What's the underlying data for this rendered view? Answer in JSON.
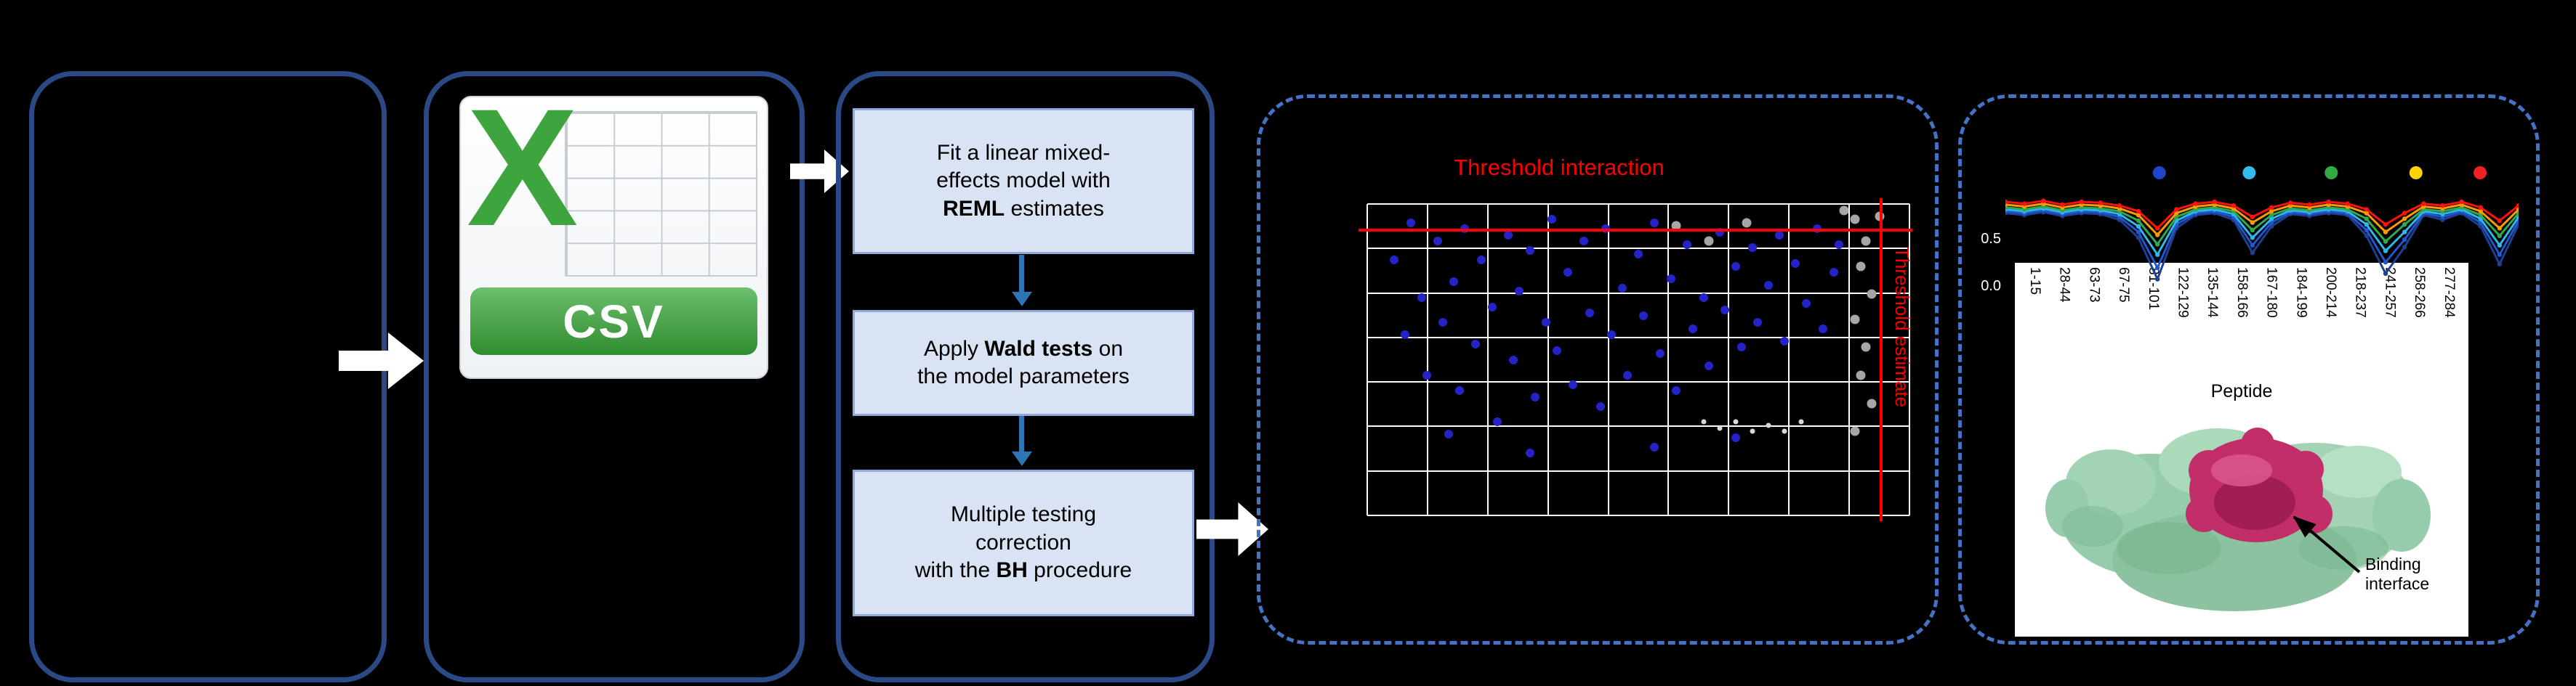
{
  "colors": {
    "background": "#000000",
    "box_border": "#2B4A85",
    "dashed_border": "#4472C4",
    "step_fill": "#DAE3F3",
    "step_border": "#8FAADC",
    "step_arrow": "#2E75B6",
    "flow_arrow": "#FFFFFF",
    "threshold": "#FF0000",
    "grid": "#FFFFFF",
    "scatter_blue": "#2323C8",
    "scatter_gray": "#A6A6A6",
    "scatter_faint": "#D8D8D8"
  },
  "csv_icon": {
    "x_letter": "X",
    "banner_label": "CSV"
  },
  "steps": [
    {
      "lines": [
        [
          {
            "t": "Fit a linear mixed-"
          }
        ],
        [
          {
            "t": "effects model with"
          }
        ],
        [
          {
            "t": "REML",
            "b": true
          },
          {
            "t": " estimates"
          }
        ]
      ]
    },
    {
      "lines": [
        [
          {
            "t": "Apply "
          },
          {
            "t": "Wald tests",
            "b": true
          },
          {
            "t": " on"
          }
        ],
        [
          {
            "t": "the model parameters"
          }
        ]
      ]
    },
    {
      "lines": [
        [
          {
            "t": "Multiple testing"
          }
        ],
        [
          {
            "t": "correction"
          }
        ],
        [
          {
            "t": "with the "
          },
          {
            "t": "BH",
            "b": true
          },
          {
            "t": " procedure"
          }
        ]
      ]
    }
  ],
  "scatter": {
    "type": "scatter",
    "title": "Threshold interaction",
    "side_label": "Threshold estimate",
    "grid_cols": 9,
    "grid_rows": 7,
    "h_threshold_frac": 0.08,
    "v_threshold_frac": 0.945,
    "blue_points": [
      [
        0.05,
        0.18
      ],
      [
        0.07,
        0.42
      ],
      [
        0.08,
        0.06
      ],
      [
        0.1,
        0.3
      ],
      [
        0.11,
        0.55
      ],
      [
        0.13,
        0.12
      ],
      [
        0.14,
        0.38
      ],
      [
        0.16,
        0.25
      ],
      [
        0.17,
        0.6
      ],
      [
        0.18,
        0.08
      ],
      [
        0.2,
        0.45
      ],
      [
        0.21,
        0.18
      ],
      [
        0.23,
        0.33
      ],
      [
        0.24,
        0.7
      ],
      [
        0.26,
        0.1
      ],
      [
        0.27,
        0.5
      ],
      [
        0.28,
        0.28
      ],
      [
        0.3,
        0.15
      ],
      [
        0.31,
        0.62
      ],
      [
        0.33,
        0.38
      ],
      [
        0.34,
        0.05
      ],
      [
        0.35,
        0.47
      ],
      [
        0.37,
        0.22
      ],
      [
        0.38,
        0.58
      ],
      [
        0.4,
        0.12
      ],
      [
        0.41,
        0.35
      ],
      [
        0.43,
        0.65
      ],
      [
        0.44,
        0.08
      ],
      [
        0.45,
        0.42
      ],
      [
        0.47,
        0.27
      ],
      [
        0.48,
        0.55
      ],
      [
        0.5,
        0.16
      ],
      [
        0.51,
        0.36
      ],
      [
        0.53,
        0.06
      ],
      [
        0.54,
        0.48
      ],
      [
        0.56,
        0.24
      ],
      [
        0.57,
        0.6
      ],
      [
        0.59,
        0.13
      ],
      [
        0.6,
        0.4
      ],
      [
        0.62,
        0.3
      ],
      [
        0.63,
        0.52
      ],
      [
        0.65,
        0.09
      ],
      [
        0.66,
        0.34
      ],
      [
        0.68,
        0.2
      ],
      [
        0.69,
        0.46
      ],
      [
        0.71,
        0.14
      ],
      [
        0.72,
        0.38
      ],
      [
        0.74,
        0.26
      ],
      [
        0.76,
        0.1
      ],
      [
        0.77,
        0.44
      ],
      [
        0.79,
        0.19
      ],
      [
        0.81,
        0.32
      ],
      [
        0.83,
        0.08
      ],
      [
        0.84,
        0.4
      ],
      [
        0.86,
        0.22
      ],
      [
        0.87,
        0.13
      ],
      [
        0.53,
        0.78
      ],
      [
        0.3,
        0.8
      ],
      [
        0.15,
        0.74
      ],
      [
        0.68,
        0.75
      ]
    ],
    "gray_points": [
      [
        0.9,
        0.05
      ],
      [
        0.92,
        0.12
      ],
      [
        0.91,
        0.2
      ],
      [
        0.93,
        0.29
      ],
      [
        0.9,
        0.37
      ],
      [
        0.92,
        0.46
      ],
      [
        0.91,
        0.55
      ],
      [
        0.93,
        0.64
      ],
      [
        0.9,
        0.73
      ],
      [
        0.945,
        0.04
      ],
      [
        0.88,
        0.02
      ],
      [
        0.57,
        0.07
      ],
      [
        0.63,
        0.12
      ],
      [
        0.7,
        0.06
      ]
    ],
    "faint_points": [
      [
        0.62,
        0.7
      ],
      [
        0.65,
        0.72
      ],
      [
        0.68,
        0.7
      ],
      [
        0.71,
        0.73
      ],
      [
        0.74,
        0.71
      ],
      [
        0.77,
        0.73
      ],
      [
        0.8,
        0.7
      ]
    ]
  },
  "uptake_chart": {
    "type": "line",
    "yticks": [
      "0.5",
      "0.0"
    ],
    "legend_dots": [
      {
        "x": 0.3,
        "color": "#2244CC"
      },
      {
        "x": 0.475,
        "color": "#33BBEE"
      },
      {
        "x": 0.635,
        "color": "#33AA44"
      },
      {
        "x": 0.8,
        "color": "#FFD400"
      },
      {
        "x": 0.925,
        "color": "#EE2222"
      }
    ],
    "series": [
      {
        "name": "navy",
        "color": "#1F3F8F",
        "values": [
          0.78,
          0.76,
          0.79,
          0.75,
          0.78,
          0.77,
          0.71,
          0.52,
          0.08,
          0.62,
          0.76,
          0.78,
          0.71,
          0.36,
          0.64,
          0.77,
          0.75,
          0.78,
          0.76,
          0.54,
          0.14,
          0.42,
          0.76,
          0.71,
          0.78,
          0.64,
          0.24,
          0.66
        ]
      },
      {
        "name": "blue",
        "color": "#2255D0",
        "values": [
          0.8,
          0.78,
          0.81,
          0.77,
          0.8,
          0.79,
          0.74,
          0.58,
          0.2,
          0.66,
          0.78,
          0.8,
          0.74,
          0.44,
          0.68,
          0.79,
          0.77,
          0.8,
          0.78,
          0.6,
          0.26,
          0.5,
          0.78,
          0.74,
          0.8,
          0.68,
          0.34,
          0.7
        ]
      },
      {
        "name": "cyan",
        "color": "#2FB7E8",
        "values": [
          0.82,
          0.8,
          0.83,
          0.79,
          0.82,
          0.81,
          0.77,
          0.64,
          0.34,
          0.7,
          0.8,
          0.82,
          0.77,
          0.52,
          0.72,
          0.81,
          0.79,
          0.82,
          0.8,
          0.66,
          0.38,
          0.58,
          0.8,
          0.77,
          0.82,
          0.72,
          0.44,
          0.74
        ]
      },
      {
        "name": "green",
        "color": "#2FA84F",
        "values": [
          0.84,
          0.82,
          0.85,
          0.81,
          0.84,
          0.83,
          0.8,
          0.7,
          0.45,
          0.74,
          0.82,
          0.84,
          0.8,
          0.6,
          0.76,
          0.83,
          0.81,
          0.84,
          0.82,
          0.72,
          0.48,
          0.66,
          0.82,
          0.8,
          0.84,
          0.76,
          0.54,
          0.78
        ]
      },
      {
        "name": "orange",
        "color": "#FF9900",
        "values": [
          0.87,
          0.85,
          0.88,
          0.84,
          0.87,
          0.86,
          0.83,
          0.76,
          0.55,
          0.78,
          0.85,
          0.87,
          0.83,
          0.68,
          0.8,
          0.86,
          0.84,
          0.87,
          0.85,
          0.78,
          0.58,
          0.72,
          0.85,
          0.83,
          0.87,
          0.8,
          0.62,
          0.82
        ]
      },
      {
        "name": "red",
        "color": "#FF1111",
        "values": [
          0.9,
          0.88,
          0.91,
          0.87,
          0.9,
          0.89,
          0.86,
          0.8,
          0.62,
          0.82,
          0.88,
          0.9,
          0.86,
          0.74,
          0.84,
          0.89,
          0.87,
          0.9,
          0.88,
          0.82,
          0.66,
          0.78,
          0.88,
          0.86,
          0.9,
          0.84,
          0.7,
          0.86
        ]
      }
    ]
  },
  "peptide_panel": {
    "labels": [
      "1-15",
      "28-44",
      "63-73",
      "67-75",
      "81-101",
      "122-129",
      "135-144",
      "158-166",
      "167-180",
      "184-199",
      "200-214",
      "218-237",
      "241-257",
      "258-266",
      "277-284"
    ],
    "axis_title": "Peptide",
    "annotation_line1": "Binding",
    "annotation_line2": "interface"
  }
}
